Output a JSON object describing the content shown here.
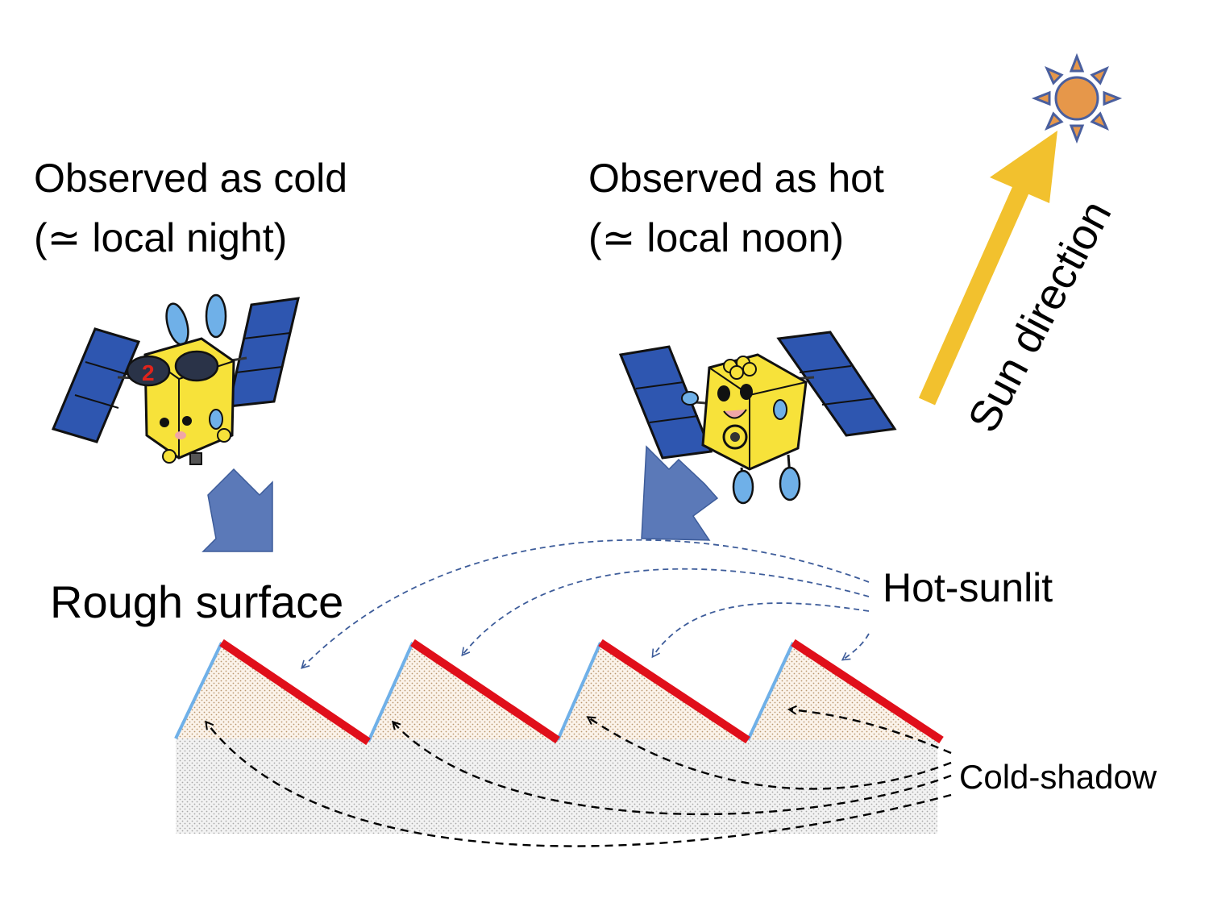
{
  "labels": {
    "cold_line1": "Observed as cold",
    "cold_line2": "(≃ local night)",
    "hot_line1": "Observed as hot",
    "hot_line2": "(≃ local noon)",
    "sun_direction": "Sun direction",
    "rough_surface": "Rough surface",
    "hot_sunlit": "Hot-sunlit",
    "cold_shadow": "Cold-shadow"
  },
  "icons": {
    "sun": "sun-icon",
    "satellite_left": "satellite-mascot-icon",
    "satellite_right": "satellite-mascot-icon"
  },
  "colors": {
    "sunlit_face": "#e00f1a",
    "shadow_face": "#6fb0e8",
    "view_arrow": "#5b79b8",
    "sun_arrow": "#f2c12e",
    "sun_body": "#e6974a",
    "sun_rays": "#4a5f9e",
    "panel": "#2e56b0",
    "body": "#f7e23a",
    "ground_dots": "#c8b9a6"
  }
}
